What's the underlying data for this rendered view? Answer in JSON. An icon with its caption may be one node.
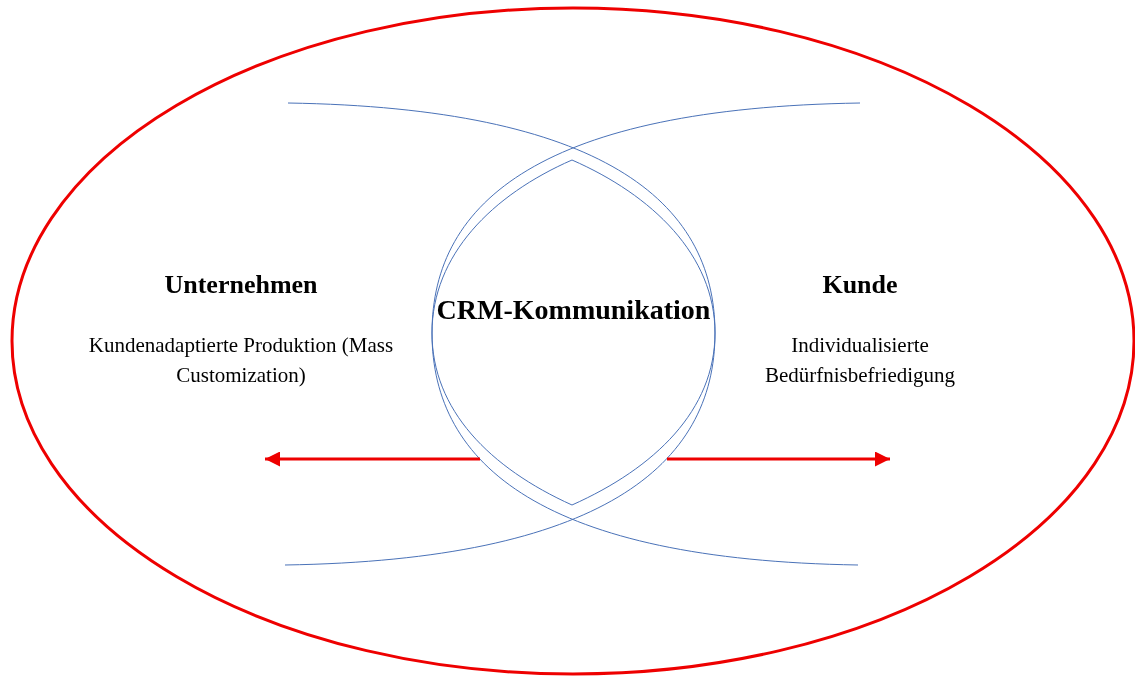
{
  "diagram": {
    "nodes": [
      {
        "text": [],
        "shape": "ellipse"
      },
      {
        "text": [
          "Unternehmen",
          "Kundenadaptierte Produktion (Mass Customization)"
        ],
        "in": 0
      },
      {
        "text": [
          "CRM-Kommunikation"
        ],
        "in": 0
      },
      {
        "text": [
          "Kunde",
          "Individualisierte Bedürfnisbefriedigung"
        ],
        "in": 0
      }
    ],
    "edges": [
      {
        "from": 2,
        "to": 1,
        "arrow": "to"
      },
      {
        "from": 2,
        "to": 3,
        "arrow": "to"
      }
    ]
  }
}
